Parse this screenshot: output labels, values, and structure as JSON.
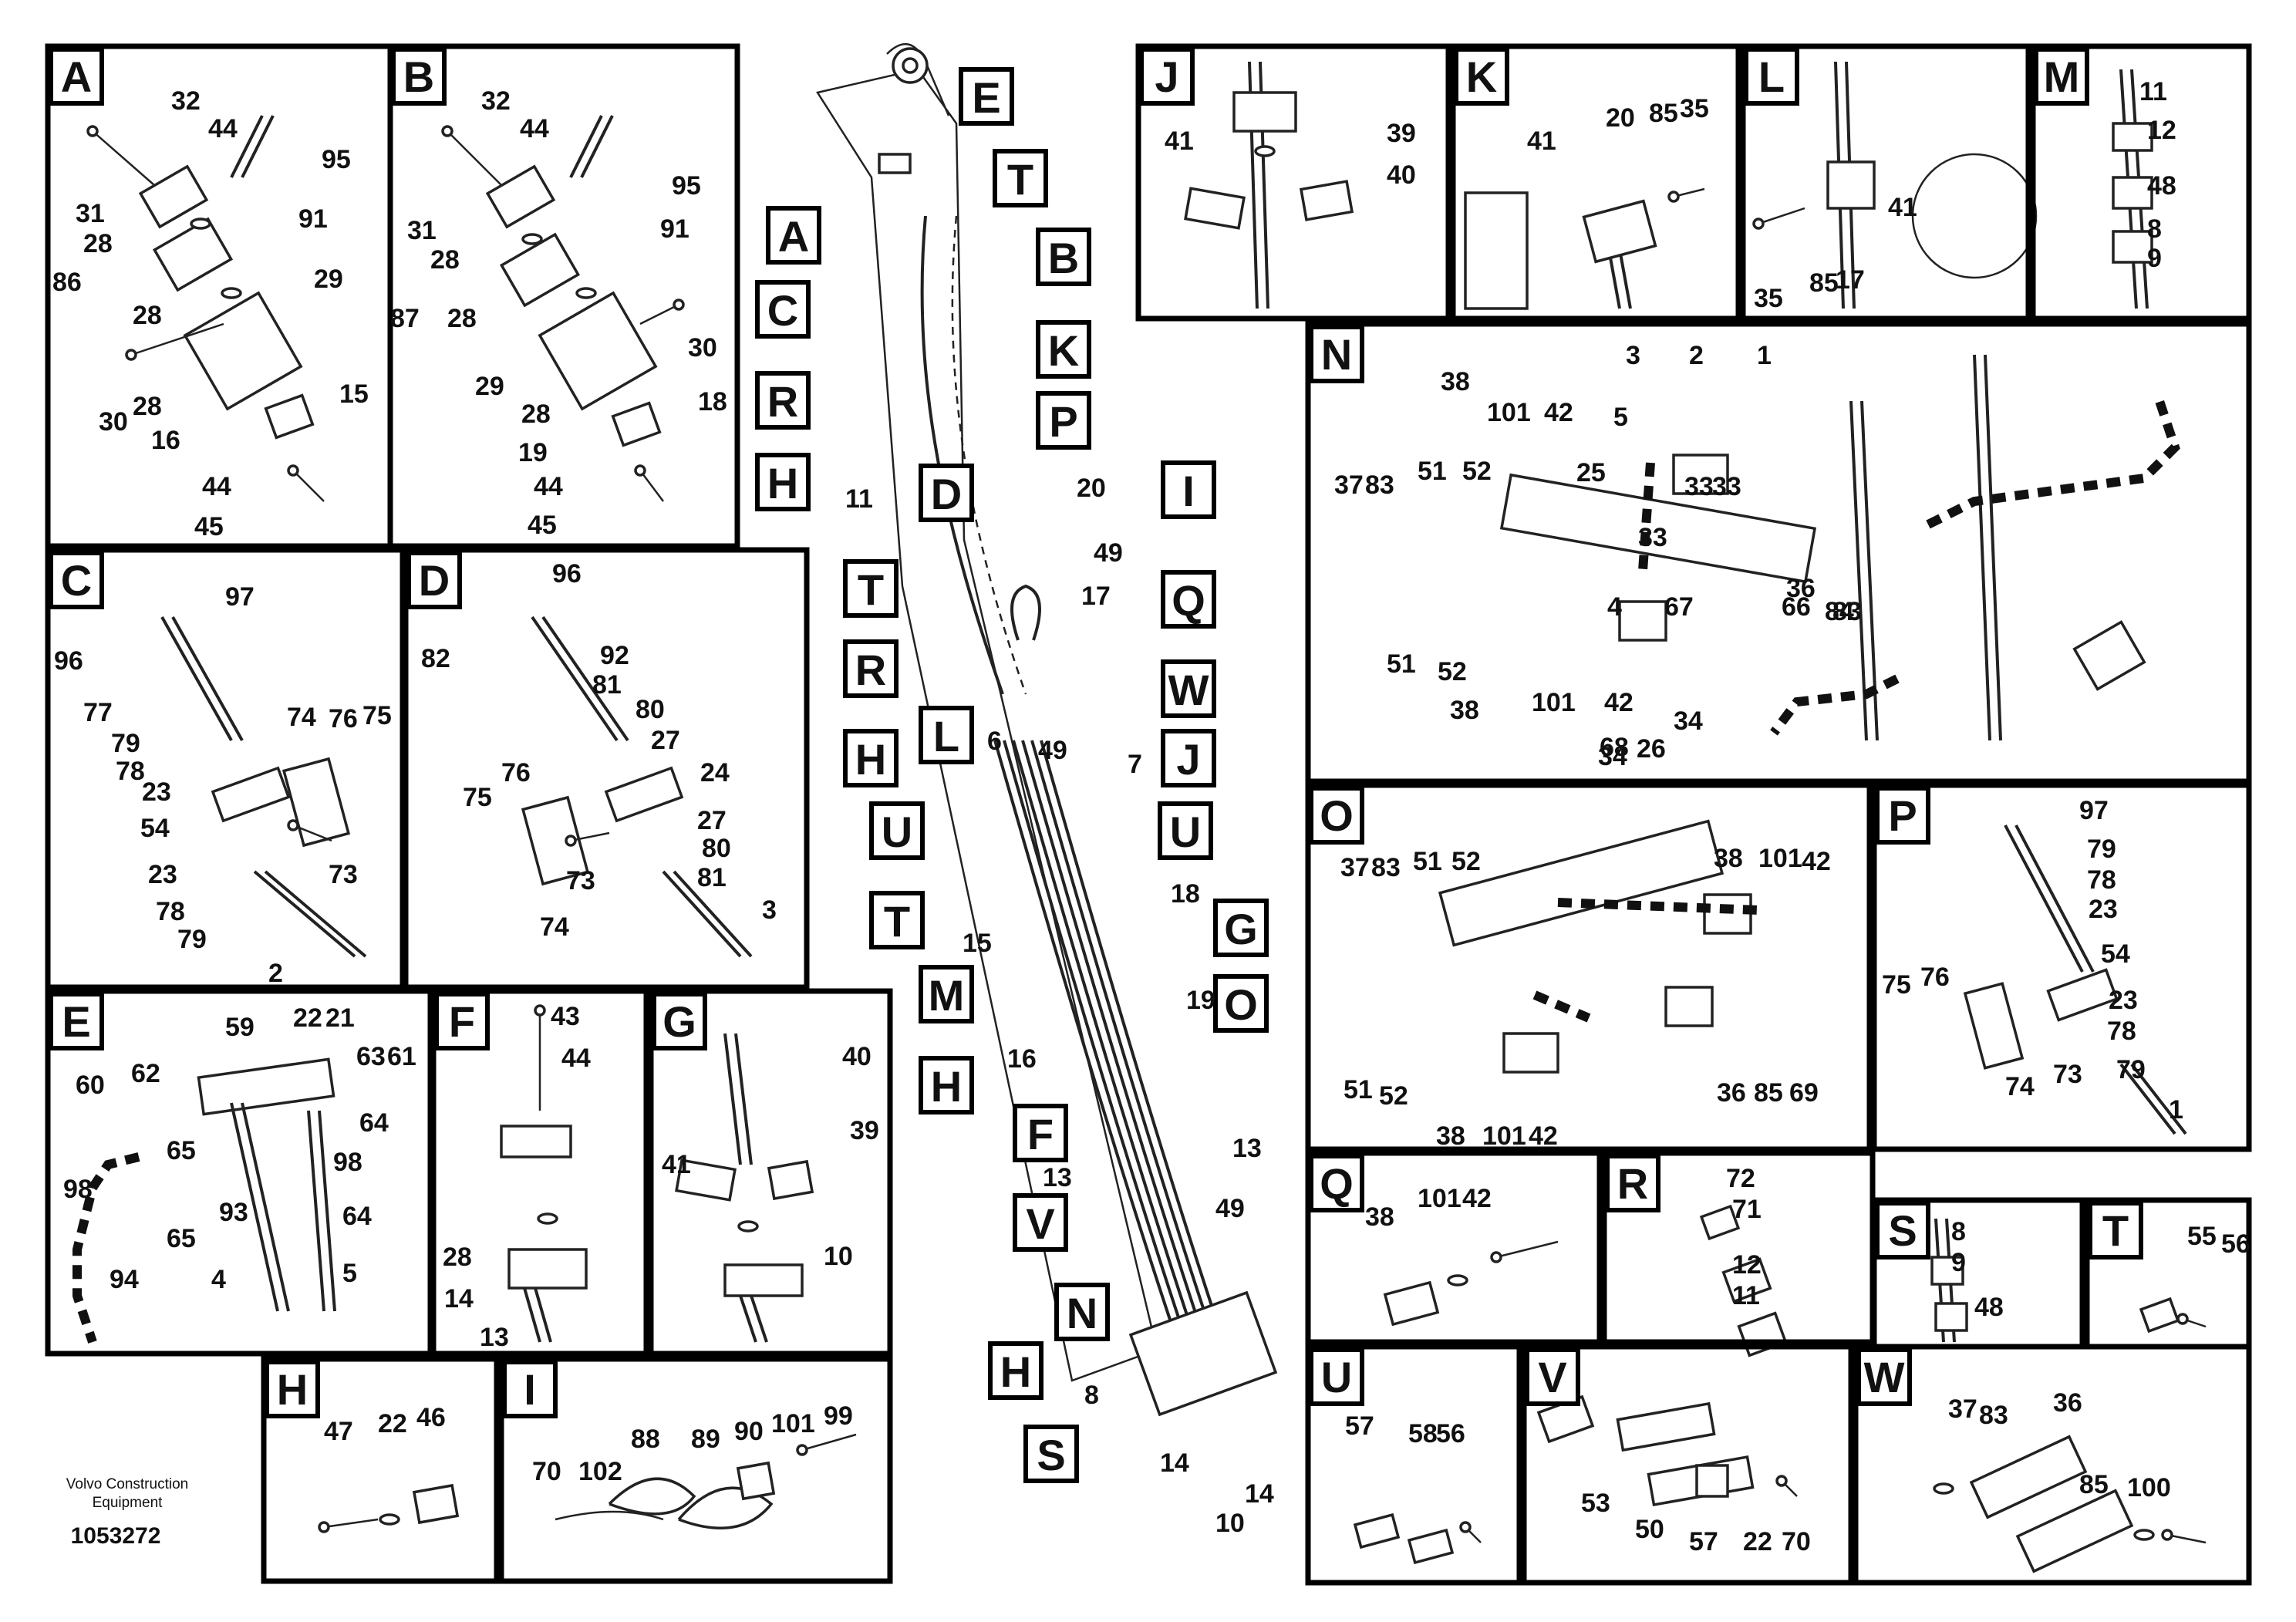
{
  "caption": {
    "line1": "Volvo Construction",
    "line2": "Equipment",
    "number": "1053272"
  },
  "main_tags": [
    "E",
    "T",
    "A",
    "B",
    "C",
    "K",
    "R",
    "P",
    "H",
    "D",
    "I",
    "T",
    "Q",
    "R",
    "W",
    "H",
    "L",
    "J",
    "U",
    "U",
    "T",
    "G",
    "M",
    "O",
    "H",
    "F",
    "V",
    "N",
    "H",
    "S"
  ],
  "main_labels": [
    "11",
    "20",
    "49",
    "17",
    "6",
    "49",
    "7",
    "18",
    "15",
    "19",
    "16",
    "13",
    "13",
    "49",
    "8",
    "14",
    "14",
    "10"
  ],
  "panels": {
    "A": {
      "letter": "A",
      "labels": [
        "32",
        "44",
        "95",
        "31",
        "28",
        "91",
        "86",
        "28",
        "29",
        "30",
        "28",
        "15",
        "16",
        "44",
        "45"
      ]
    },
    "B": {
      "letter": "B",
      "labels": [
        "32",
        "44",
        "95",
        "31",
        "28",
        "91",
        "87",
        "28",
        "30",
        "29",
        "28",
        "18",
        "19",
        "44",
        "45"
      ]
    },
    "C": {
      "letter": "C",
      "labels": [
        "97",
        "96",
        "77",
        "79",
        "78",
        "74",
        "76",
        "75",
        "23",
        "54",
        "23",
        "73",
        "78",
        "79",
        "2"
      ]
    },
    "D": {
      "letter": "D",
      "labels": [
        "96",
        "82",
        "92",
        "81",
        "80",
        "27",
        "75",
        "76",
        "24",
        "27",
        "80",
        "81",
        "73",
        "74",
        "3"
      ]
    },
    "E": {
      "letter": "E",
      "labels": [
        "59",
        "22",
        "21",
        "60",
        "62",
        "63",
        "61",
        "64",
        "98",
        "65",
        "98",
        "93",
        "64",
        "65",
        "94",
        "4",
        "5"
      ]
    },
    "F": {
      "letter": "F",
      "labels": [
        "43",
        "44",
        "28",
        "14",
        "13"
      ]
    },
    "G": {
      "letter": "G",
      "labels": [
        "40",
        "39",
        "41",
        "10"
      ]
    },
    "H": {
      "letter": "H",
      "labels": [
        "47",
        "22",
        "46"
      ]
    },
    "I": {
      "letter": "I",
      "labels": [
        "70",
        "102",
        "88",
        "89",
        "90",
        "101",
        "99"
      ]
    },
    "J": {
      "letter": "J",
      "labels": [
        "41",
        "39",
        "40"
      ]
    },
    "K": {
      "letter": "K",
      "labels": [
        "41",
        "20",
        "85",
        "35"
      ]
    },
    "L": {
      "letter": "L",
      "labels": [
        "35",
        "85",
        "17",
        "41"
      ]
    },
    "M": {
      "letter": "M",
      "labels": [
        "11",
        "12",
        "48",
        "8",
        "9"
      ]
    },
    "N": {
      "letter": "N",
      "labels": [
        "38",
        "101",
        "42",
        "3",
        "2",
        "1",
        "5",
        "25",
        "33",
        "33",
        "37",
        "83",
        "51",
        "52",
        "33",
        "4",
        "67",
        "66",
        "36",
        "83",
        "84",
        "51",
        "52",
        "38",
        "101",
        "42",
        "34",
        "68",
        "34",
        "26"
      ]
    },
    "O": {
      "letter": "O",
      "labels": [
        "51",
        "52",
        "38",
        "101",
        "42",
        "37",
        "83",
        "51",
        "52",
        "36",
        "85",
        "69",
        "38",
        "101",
        "42"
      ]
    },
    "P": {
      "letter": "P",
      "labels": [
        "97",
        "79",
        "78",
        "23",
        "75",
        "76",
        "54",
        "23",
        "78",
        "74",
        "73",
        "79",
        "1"
      ]
    },
    "Q": {
      "letter": "Q",
      "labels": [
        "38",
        "101",
        "42"
      ]
    },
    "R": {
      "letter": "R",
      "labels": [
        "72",
        "71",
        "12",
        "11"
      ]
    },
    "S": {
      "letter": "S",
      "labels": [
        "8",
        "9",
        "48"
      ]
    },
    "T": {
      "letter": "T",
      "labels": [
        "55",
        "56"
      ]
    },
    "U": {
      "letter": "U",
      "labels": [
        "57",
        "58",
        "56"
      ]
    },
    "V": {
      "letter": "V",
      "labels": [
        "53",
        "50",
        "57",
        "22",
        "70"
      ]
    },
    "W": {
      "letter": "W",
      "labels": [
        "37",
        "83",
        "36",
        "85",
        "100"
      ]
    }
  }
}
